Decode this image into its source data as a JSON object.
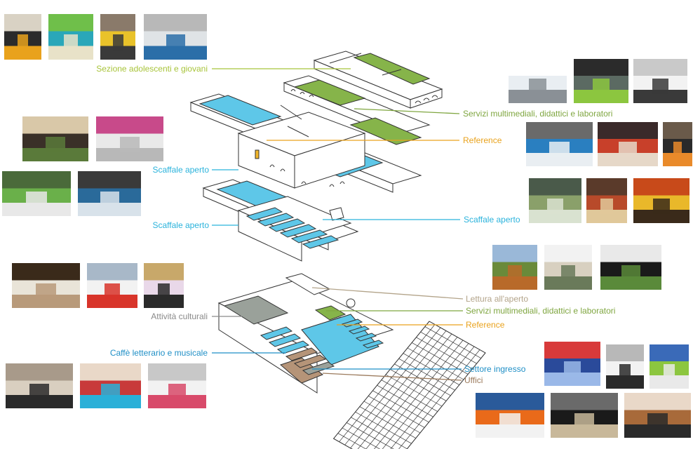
{
  "colors": {
    "yellow_green": "#a8c43a",
    "green": "#7fa640",
    "orange": "#e9a21c",
    "cyan": "#2bb3dc",
    "blue": "#1f8fc6",
    "grey": "#8a8a8a",
    "tan": "#b3a48a",
    "brown": "#9b7a5c",
    "floor_blue": "#5ec7e8",
    "floor_green": "#86b44a",
    "floor_yellow": "#f1b52a",
    "floor_grey": "#9aa19a",
    "floor_brown": "#b59478"
  },
  "labels": {
    "sezione_adolescenti": "Sezione adolescenti e giovani",
    "servizi_top": "Servizi multimediali, didattici e laboratori",
    "reference_top": "Reference",
    "scaffale_left_1": "Scaffale aperto",
    "scaffale_left_2": "Scaffale aperto",
    "scaffale_right": "Scaffale  aperto",
    "lettura_aperto": "Lettura all'aperto",
    "servizi_bottom": "Servizi multimediali, didattici e laboratori",
    "reference_bottom": "Reference",
    "attivita_culturali": "Attività culturali",
    "caffe_letterario": "Caffè letterario e musicale",
    "settore_ingresso": "Settore ingresso",
    "uffici": "Uffici"
  },
  "photos": [
    {
      "scene": "lounge-seating",
      "c": [
        "#2b2b2b",
        "#e9a21c",
        "#d9d2c4"
      ]
    },
    {
      "scene": "teal-room",
      "c": [
        "#2aa7b9",
        "#e8e2c8",
        "#6fbf4a"
      ]
    },
    {
      "scene": "yellow-wall",
      "c": [
        "#e9c22a",
        "#3a3a3a",
        "#8a7a6a"
      ]
    },
    {
      "scene": "round-bookshelf",
      "c": [
        "#dfe3e6",
        "#2b6ea8",
        "#b8b8b8"
      ]
    },
    {
      "scene": "white-lounge",
      "c": [
        "#e9eef2",
        "#8a9096",
        "#ffffff"
      ]
    },
    {
      "scene": "green-computers",
      "c": [
        "#5b6a62",
        "#8cc63f",
        "#2b2b2b"
      ]
    },
    {
      "scene": "desk-workspace",
      "c": [
        "#f2f2f2",
        "#3a3a3a",
        "#c9c9c9"
      ]
    },
    {
      "scene": "blue-terminals",
      "c": [
        "#2a7fc0",
        "#e9eef2",
        "#6a6a6a"
      ]
    },
    {
      "scene": "red-pods",
      "c": [
        "#c8402a",
        "#e6d8c8",
        "#3a2a2a"
      ]
    },
    {
      "scene": "orange-chairs-dark",
      "c": [
        "#2a2a2a",
        "#e98a2a",
        "#6a5a4a"
      ]
    },
    {
      "scene": "bookshelves-dark",
      "c": [
        "#3a3028",
        "#5a7a3a",
        "#d9c8a8"
      ]
    },
    {
      "scene": "white-shelves",
      "c": [
        "#e9e9e9",
        "#b8b8b8",
        "#c84a8a"
      ]
    },
    {
      "scene": "green-corridor",
      "c": [
        "#6ab04a",
        "#e8e8e8",
        "#4a6a3a"
      ]
    },
    {
      "scene": "blue-shelving",
      "c": [
        "#2a6a9a",
        "#d8e2ea",
        "#3a3a3a"
      ]
    },
    {
      "scene": "atrium-trees",
      "c": [
        "#8aa06a",
        "#d9e2d0",
        "#4a5a4a"
      ]
    },
    {
      "scene": "red-shelves",
      "c": [
        "#b84a2a",
        "#e0c89a",
        "#5a3a2a"
      ]
    },
    {
      "scene": "yellow-armchairs",
      "c": [
        "#e9b82a",
        "#3a2a1a",
        "#c84a1a"
      ]
    },
    {
      "scene": "auditorium",
      "c": [
        "#e9e4d8",
        "#b89a7a",
        "#3a2a1a"
      ]
    },
    {
      "scene": "gallery-red-sofa",
      "c": [
        "#f2f2f2",
        "#d8342a",
        "#a8b8c8"
      ]
    },
    {
      "scene": "exhibit-wall",
      "c": [
        "#e9d8e9",
        "#2a2a2a",
        "#c8a86a"
      ]
    },
    {
      "scene": "garden-building",
      "c": [
        "#6a8a3a",
        "#b86a2a",
        "#9ab8d8"
      ]
    },
    {
      "scene": "patio-tables",
      "c": [
        "#d8d0c0",
        "#6a7a5a",
        "#f2f2f2"
      ]
    },
    {
      "scene": "green-roof",
      "c": [
        "#1a1a1a",
        "#5a8a3a",
        "#e9e9e9"
      ]
    },
    {
      "scene": "shop-hall",
      "c": [
        "#d9cfc0",
        "#2a2a2a",
        "#a89a8a"
      ]
    },
    {
      "scene": "red-cafe",
      "c": [
        "#c83a3a",
        "#2ab0d8",
        "#e9d8c8"
      ]
    },
    {
      "scene": "pink-cafe",
      "c": [
        "#f2f2f2",
        "#d84a6a",
        "#c8c8c8"
      ]
    },
    {
      "scene": "blue-glass-atrium",
      "c": [
        "#2a4a9a",
        "#9ab8e8",
        "#d83a3a"
      ]
    },
    {
      "scene": "white-curve-desk",
      "c": [
        "#f2f2f2",
        "#2a2a2a",
        "#b8b8b8"
      ]
    },
    {
      "scene": "green-chairs-lab",
      "c": [
        "#8cc63f",
        "#e9e9e9",
        "#3a6ab8"
      ]
    },
    {
      "scene": "orange-wall-reader",
      "c": [
        "#e96a1a",
        "#f2f2f2",
        "#2a5a9a"
      ]
    },
    {
      "scene": "dark-hall-crowd",
      "c": [
        "#1a1a1a",
        "#c8b89a",
        "#6a6a6a"
      ]
    },
    {
      "scene": "wood-ceiling-lounge",
      "c": [
        "#a86a3a",
        "#2a2a2a",
        "#e9d8c8"
      ]
    }
  ]
}
